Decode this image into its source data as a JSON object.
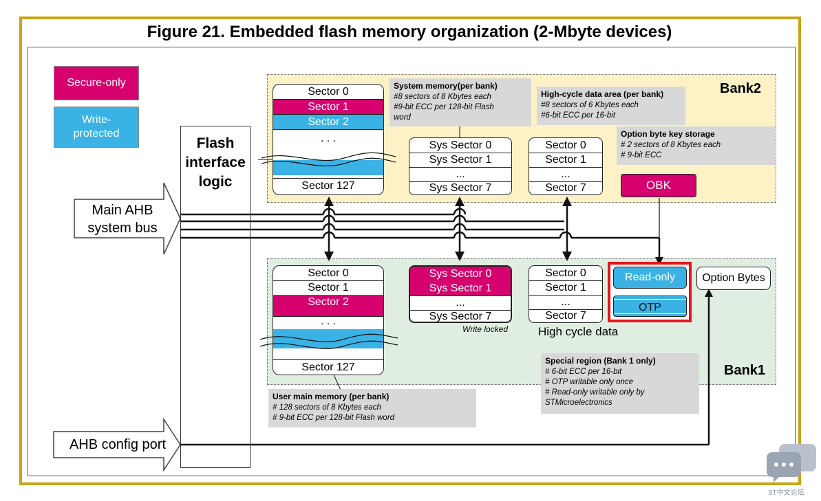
{
  "title": "Figure 21. Embedded flash memory organization (2-Mbyte devices)",
  "legend": {
    "secure_only": "Secure-only",
    "write_protected_1": "Write-",
    "write_protected_2": "protected",
    "secure_color": "#d6006f",
    "wp_color": "#3ab2e6"
  },
  "flash_interface": [
    "Flash",
    "interface",
    "logic"
  ],
  "main_ahb": [
    "Main AHB",
    "system bus"
  ],
  "ahb_config": "AHB config port",
  "bank2": {
    "label": "Bank2",
    "user_sectors": [
      "Sector 0",
      "Sector 1",
      "Sector 2",
      ". . .",
      "Sector 127"
    ],
    "sys_sectors": [
      "Sys Sector 0",
      "Sys Sector 1",
      "...",
      "Sys Sector 7"
    ],
    "hc_sectors": [
      "Sector 0",
      "Sector 1",
      "...",
      "Sector 7"
    ],
    "obk": "OBK"
  },
  "bank1": {
    "label": "Bank1",
    "user_sectors": [
      "Sector 0",
      "Sector 1",
      "Sector 2",
      ". . .",
      "Sector 127"
    ],
    "sys_sectors": [
      "Sys Sector 0",
      "Sys Sector 1",
      "...",
      "Sys Sector 7"
    ],
    "hc_sectors": [
      "Sector 0",
      "Sector 1",
      "...",
      "Sector 7"
    ],
    "read_only": "Read-only",
    "otp": "OTP",
    "option_bytes": "Option Bytes",
    "write_locked": "Write locked",
    "high_cycle": "High cycle data"
  },
  "notes": {
    "system_memory": {
      "title": "System memory(per bank)",
      "lines": [
        "#8 sectors of 8 Kbytes each",
        "#9-bit ECC per 128-bit Flash",
        "word"
      ]
    },
    "high_cycle": {
      "title": "High-cycle data area (per bank)",
      "lines": [
        "#8 sectors of 6 Kbytes each",
        "#6-bit ECC per 16-bit"
      ]
    },
    "obk_storage": {
      "title": "Option byte key storage",
      "lines": [
        "# 2 sectors of 8 Kbytes each",
        "# 9-bit ECC"
      ]
    },
    "special_region": {
      "title": "Special region (Bank 1 only)",
      "lines": [
        "# 6-bit ECC per 16-bit",
        "# OTP writable only once",
        "# Read-only writable only by",
        "STMicroelectronics"
      ]
    },
    "user_main": {
      "title": "User main memory (per bank)",
      "lines": [
        "# 128 sectors of 8 Kbytes each",
        "# 9-bit ECC per 128-bit Flash word"
      ]
    }
  },
  "watermark": "ST中文论坛"
}
